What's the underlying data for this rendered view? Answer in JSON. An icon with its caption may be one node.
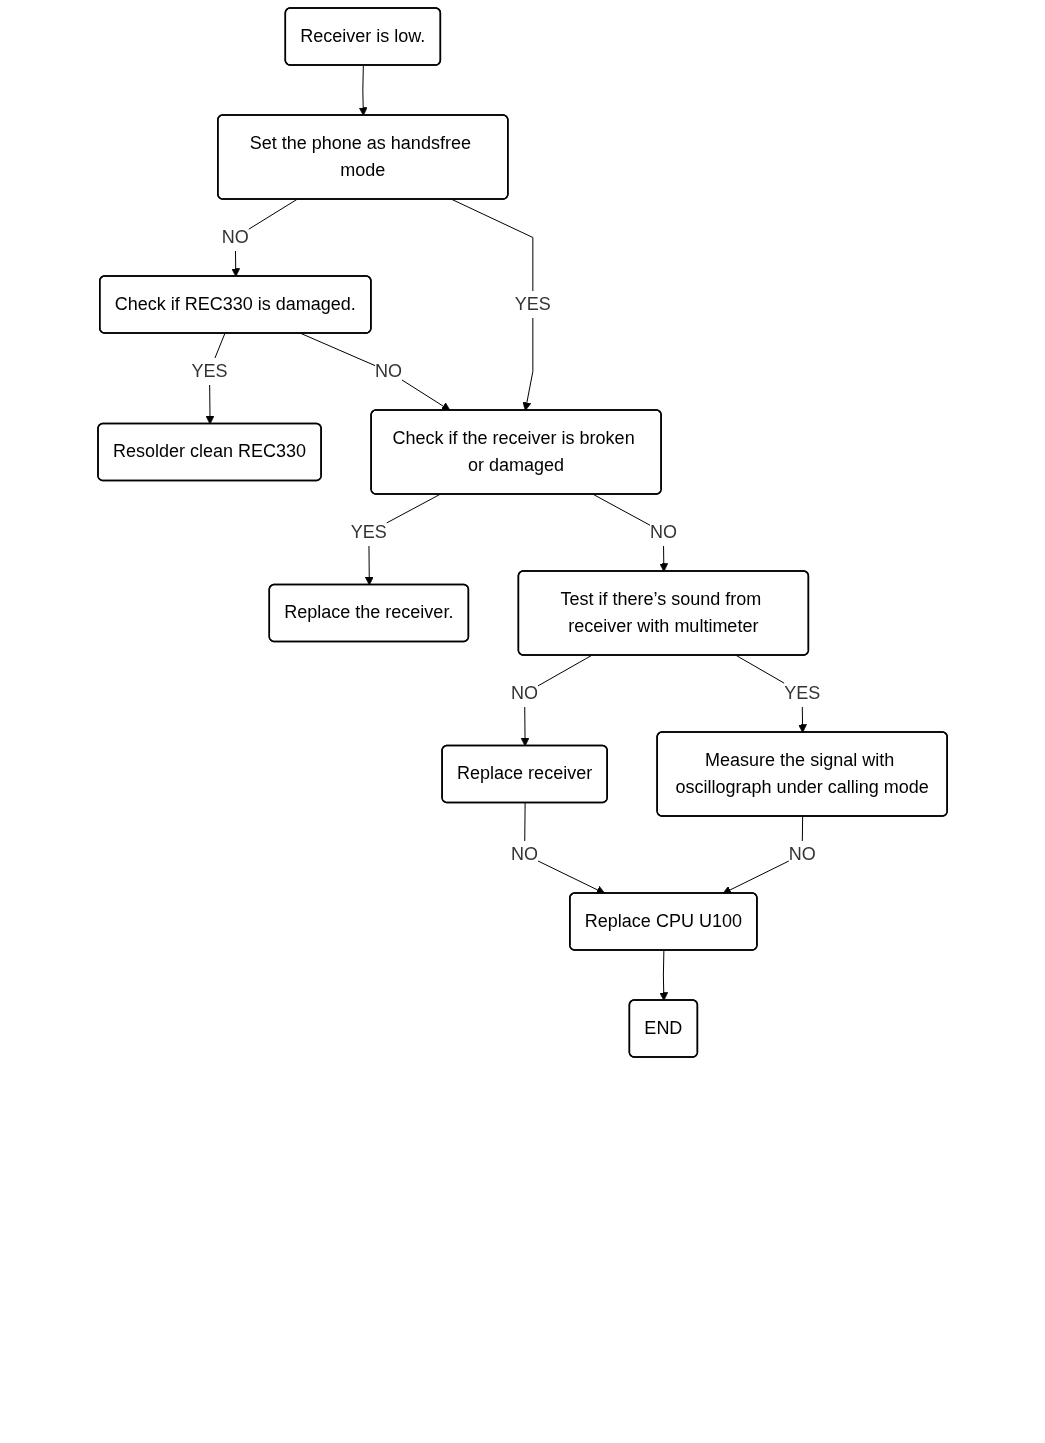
{
  "diagram": {
    "nodes": [
      {
        "text": [
          "Receiver is low."
        ]
      },
      {
        "text": [
          "Set the phone as handsfree mode"
        ]
      },
      {
        "text": [
          "Check if REC330 is damaged."
        ]
      },
      {
        "text": [
          "Resolder clean REC330"
        ]
      },
      {
        "text": [
          "Check if the receiver is broken or damaged"
        ]
      },
      {
        "text": [
          "Replace the receiver."
        ]
      },
      {
        "text": [
          "Test if there’s sound from receiver with multimeter"
        ]
      },
      {
        "text": [
          "Replace receiver"
        ]
      },
      {
        "text": [
          "Measure the signal with oscillograph under calling mode"
        ]
      },
      {
        "text": [
          "Replace CPU U100"
        ]
      },
      {
        "text": [
          "END"
        ]
      }
    ],
    "edges": [
      {
        "from": 0,
        "to": 1,
        "arrow": "to"
      },
      {
        "from": 1,
        "to": 2,
        "arrow": "to",
        "label": "NO"
      },
      {
        "from": 2,
        "to": 4,
        "arrow": "to",
        "label": "NO"
      },
      {
        "from": 1,
        "to": 4,
        "arrow": "to",
        "label": "YES"
      },
      {
        "from": 2,
        "to": 3,
        "arrow": "to",
        "label": "YES"
      },
      {
        "from": 4,
        "to": 5,
        "arrow": "to",
        "label": "YES"
      },
      {
        "from": 4,
        "to": 6,
        "arrow": "to",
        "label": "NO"
      },
      {
        "from": 6,
        "to": 7,
        "arrow": "to",
        "label": "NO"
      },
      {
        "from": 6,
        "to": 8,
        "arrow": "to",
        "label": "YES"
      },
      {
        "from": 7,
        "to": 9,
        "arrow": "to",
        "label": "NO"
      },
      {
        "from": 8,
        "to": 9,
        "arrow": "to",
        "label": "NO"
      },
      {
        "from": 9,
        "to": 10,
        "arrow": "to"
      }
    ]
  }
}
